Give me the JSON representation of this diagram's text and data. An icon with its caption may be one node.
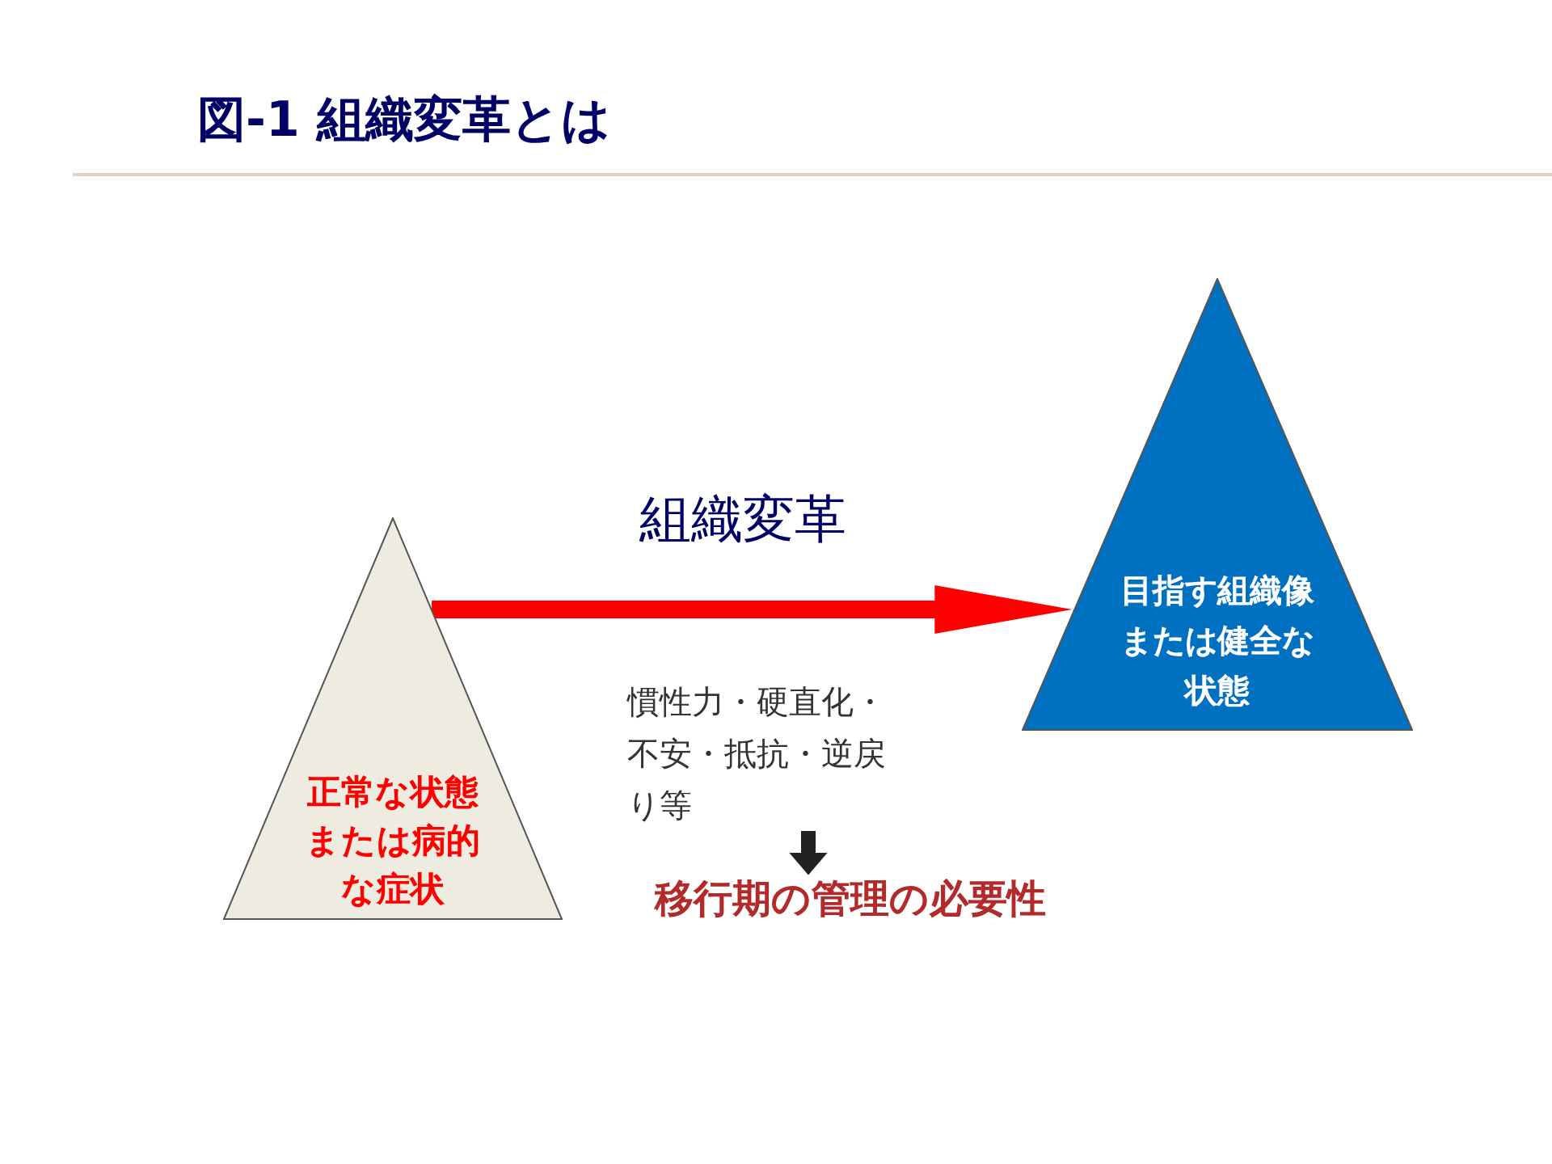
{
  "diagram": {
    "title": "図-1 組織変革とは",
    "nodes": [
      {
        "text": [
          "正常な状態または病的な症状"
        ]
      },
      {
        "text": [
          "目指す組織像または健全な状態"
        ]
      },
      {
        "text": [
          "慣性力・硬直化・不安・抵抗・逆戻り等"
        ]
      },
      {
        "text": [
          "移行期の管理の必要性"
        ]
      }
    ],
    "edges": [
      {
        "from": 0,
        "to": 1,
        "arrow": "to",
        "label": "組織変革",
        "color": "#ff0000"
      },
      {
        "from": 2,
        "to": 3,
        "arrow": "to",
        "color": "#222222"
      }
    ]
  }
}
